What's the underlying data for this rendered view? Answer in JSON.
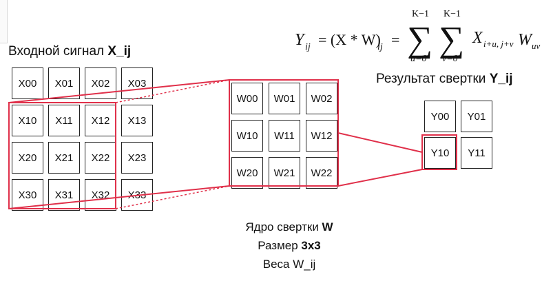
{
  "input": {
    "title_prefix": "Входной сигнал ",
    "title_bold": "X_ij",
    "cells": [
      [
        "X00",
        "X01",
        "X02",
        "X03"
      ],
      [
        "X10",
        "X11",
        "X12",
        "X13"
      ],
      [
        "X20",
        "X21",
        "X22",
        "X23"
      ],
      [
        "X30",
        "X31",
        "X32",
        "X33"
      ]
    ]
  },
  "kernel": {
    "cells": [
      [
        "W00",
        "W01",
        "W02"
      ],
      [
        "W10",
        "W11",
        "W12"
      ],
      [
        "W20",
        "W21",
        "W22"
      ]
    ],
    "caption_line1_prefix": "Ядро свертки ",
    "caption_line1_bold": "W",
    "caption_line2_prefix": "Размер ",
    "caption_line2_bold": "3x3",
    "caption_line3": "Веса W_ij"
  },
  "output": {
    "title_prefix": "Результат свертки ",
    "title_bold": "Y_ij",
    "cells": [
      [
        "Y00",
        "Y01"
      ],
      [
        "Y10",
        "Y11"
      ]
    ]
  },
  "formula": {
    "lhs": "Y",
    "lhs_sub": "ij",
    "eq1": "= (X * W)",
    "eq1_sub": "ij",
    "eq2": "=",
    "sum_upper": "K−1",
    "sum1_lower": "u=0",
    "sum2_lower": "v=0",
    "sigma": "∑",
    "x_var": "X",
    "x_sub": "i+u, j+v",
    "w_var": "W",
    "w_sub": "uv"
  },
  "colors": {
    "highlight": "#e0304a",
    "cell_border": "#222222"
  }
}
